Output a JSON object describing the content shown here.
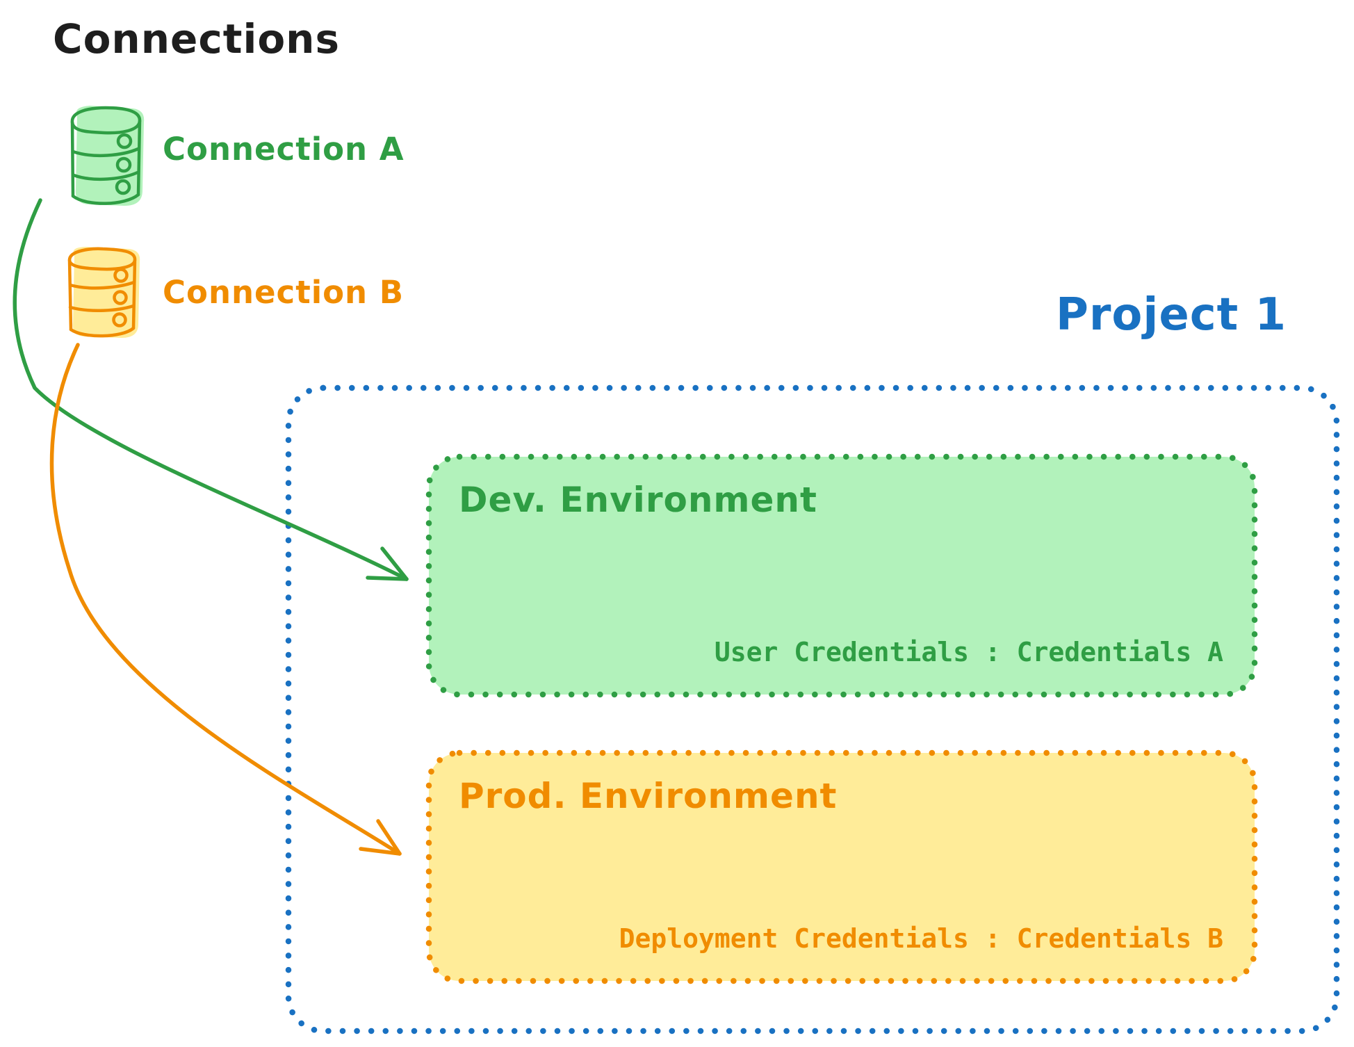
{
  "title": "Connections",
  "connections": [
    {
      "id": "a",
      "label": "Connection A",
      "icon": "database-icon",
      "color": "#2f9e44",
      "fill": "#b2f2bb"
    },
    {
      "id": "b",
      "label": "Connection B",
      "icon": "database-icon",
      "color": "#f08c00",
      "fill": "#ffec99"
    }
  ],
  "project": {
    "title": "Project 1",
    "border_color": "#1971c2",
    "environments": [
      {
        "name": "Dev. Environment",
        "credentials": "User Credentials : Credentials A",
        "color": "#2f9e44",
        "fill": "#b2f2bb",
        "linked_connection": "Connection A"
      },
      {
        "name": "Prod. Environment",
        "credentials": "Deployment Credentials : Credentials B",
        "color": "#f08c00",
        "fill": "#ffec99",
        "linked_connection": "Connection B"
      }
    ]
  },
  "colors": {
    "ink": "#1e1e1e",
    "green": "#2f9e44",
    "green_fill": "#b2f2bb",
    "orange": "#f08c00",
    "orange_fill": "#ffec99",
    "blue": "#1971c2"
  }
}
